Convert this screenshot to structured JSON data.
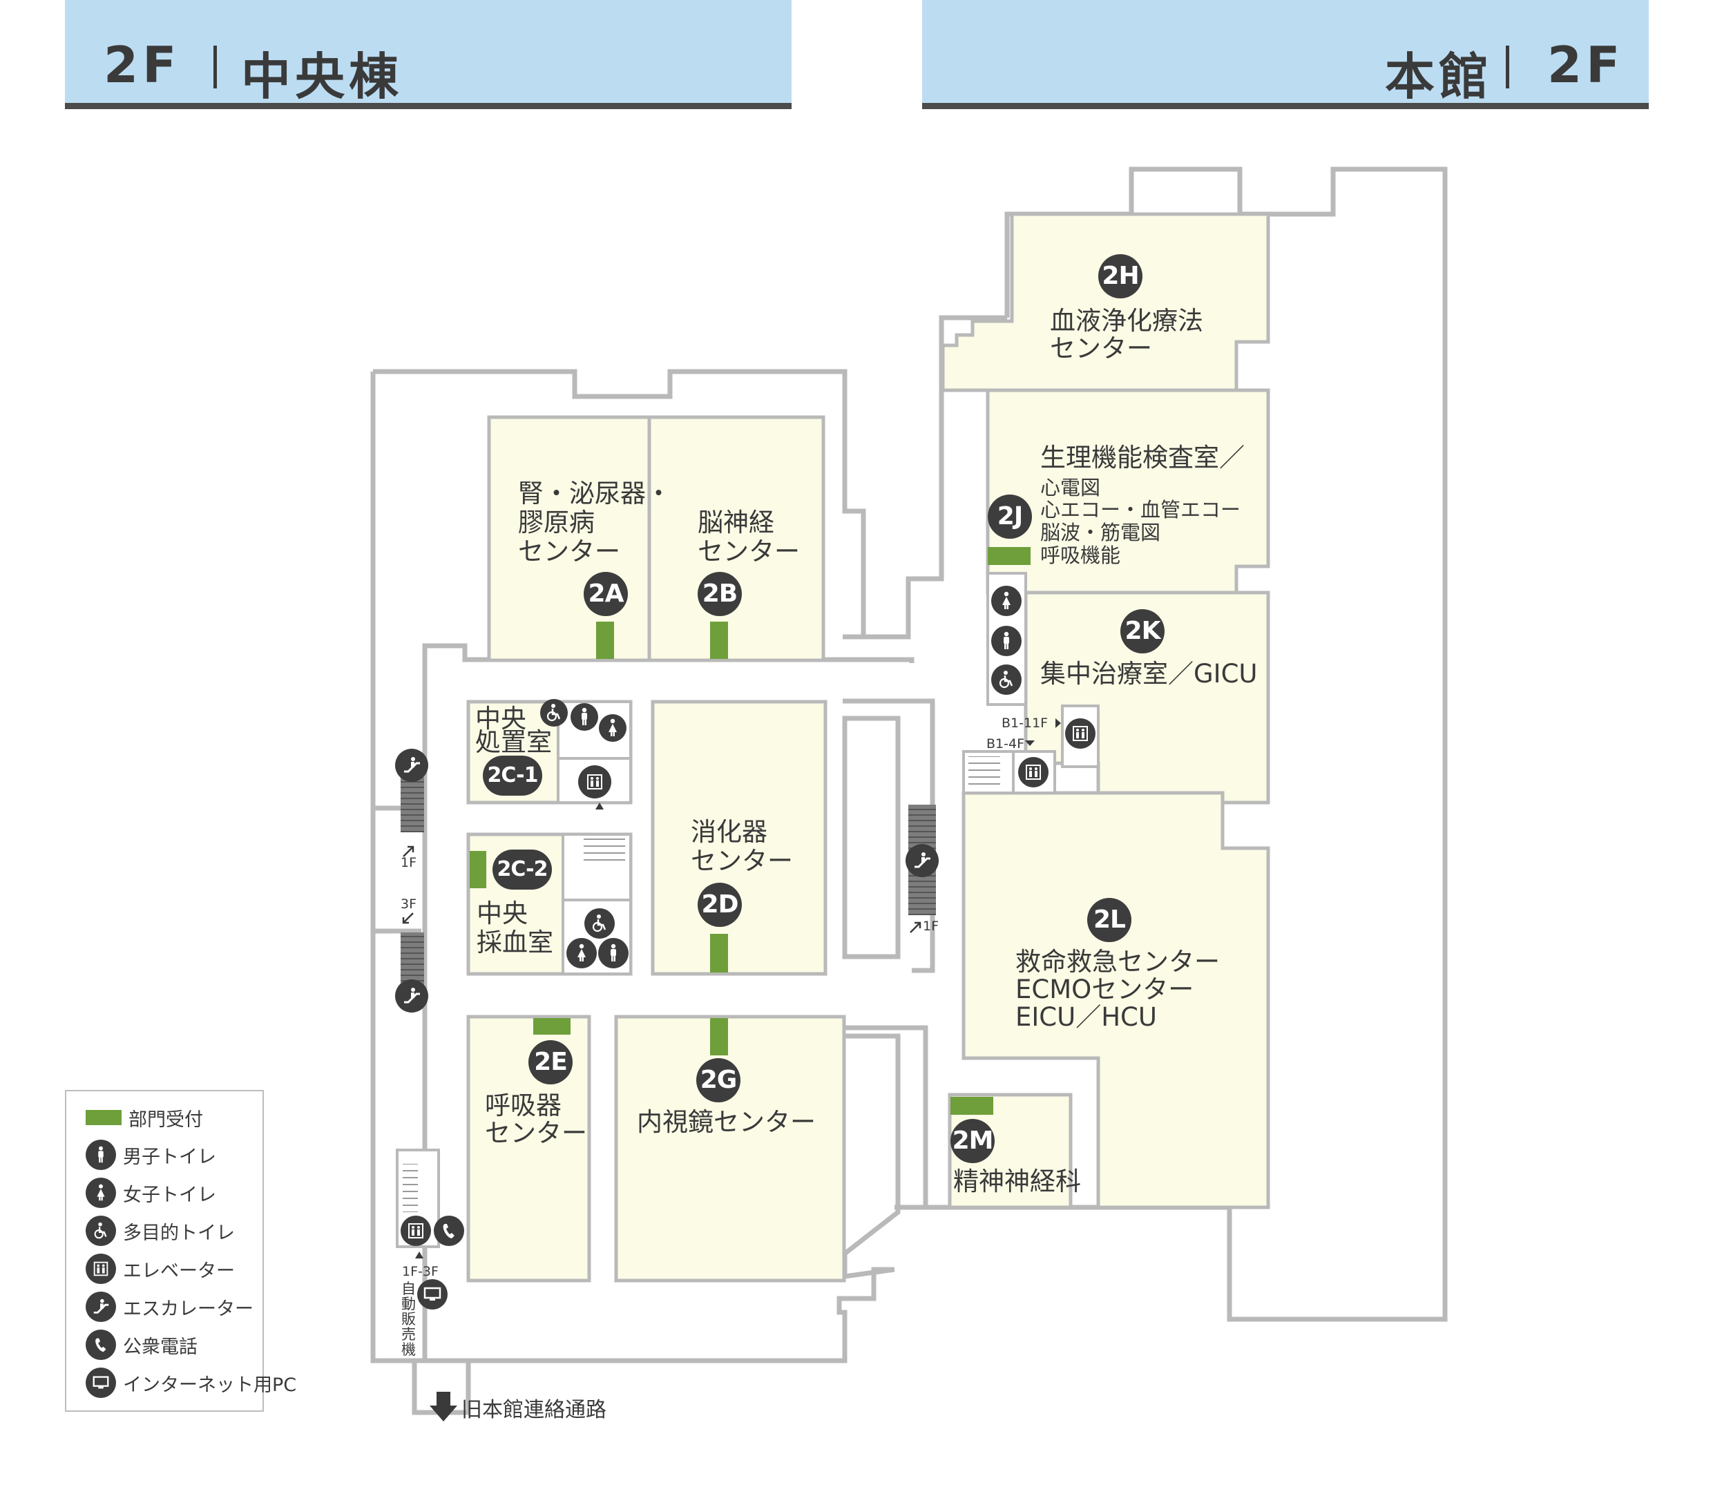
{
  "header_left": {
    "floor": "2F",
    "building": "中央棟"
  },
  "header_right": {
    "building": "本館",
    "floor": "2F"
  },
  "rooms": {
    "2A": {
      "badge": "2A",
      "lines": [
        "腎・泌尿器・",
        "膠原病",
        "センター"
      ]
    },
    "2B": {
      "badge": "2B",
      "lines": [
        "脳神経",
        "センター"
      ]
    },
    "2C1": {
      "badge": "2C-1",
      "lines": [
        "中央",
        "処置室"
      ]
    },
    "2C2": {
      "badge": "2C-2",
      "lines": [
        "中央",
        "採血室"
      ]
    },
    "2D": {
      "badge": "2D",
      "lines": [
        "消化器",
        "センター"
      ]
    },
    "2E": {
      "badge": "2E",
      "lines": [
        "呼吸器",
        "センター"
      ]
    },
    "2G": {
      "badge": "2G",
      "lines": [
        "内視鏡センター"
      ]
    },
    "2H": {
      "badge": "2H",
      "lines": [
        "血液浄化療法",
        "センター"
      ]
    },
    "2J": {
      "badge": "2J",
      "title": "生理機能検査室／",
      "lines": [
        "心電図",
        "心エコー・血管エコー",
        "脳波・筋電図",
        "呼吸機能"
      ]
    },
    "2K": {
      "badge": "2K",
      "lines": [
        "集中治療室／GICU"
      ]
    },
    "2L": {
      "badge": "2L",
      "lines": [
        "救命救急センター",
        "ECMOセンター",
        "EICU／HCU"
      ]
    },
    "2M": {
      "badge": "2M",
      "lines": [
        "精神神経科"
      ]
    }
  },
  "floor_notes": {
    "esc_left_top": "1F",
    "esc_left_bottom": "3F",
    "esc_mid": "1F",
    "elev_main_a": "B1-11F",
    "elev_main_b": "B1-4F",
    "elev_stair": "1F-3F",
    "vending": "自動販売機",
    "corridor": "旧本館連絡通路"
  },
  "legend": {
    "items": [
      {
        "icon": "reception-swatch",
        "label": "部門受付"
      },
      {
        "icon": "male-toilet-icon",
        "label": "男子トイレ"
      },
      {
        "icon": "female-toilet-icon",
        "label": "女子トイレ"
      },
      {
        "icon": "accessible-toilet-icon",
        "label": "多目的トイレ"
      },
      {
        "icon": "elevator-icon",
        "label": "エレベーター"
      },
      {
        "icon": "escalator-icon",
        "label": "エスカレーター"
      },
      {
        "icon": "phone-icon",
        "label": "公衆電話"
      },
      {
        "icon": "computer-icon",
        "label": "インターネット用PC"
      }
    ]
  },
  "colors": {
    "header_bg": "#bcdcf2",
    "room_fill": "#fbfbe6",
    "reception": "#6e9f3a",
    "wall": "#b9b9b9",
    "badge": "#3d3d3d"
  }
}
